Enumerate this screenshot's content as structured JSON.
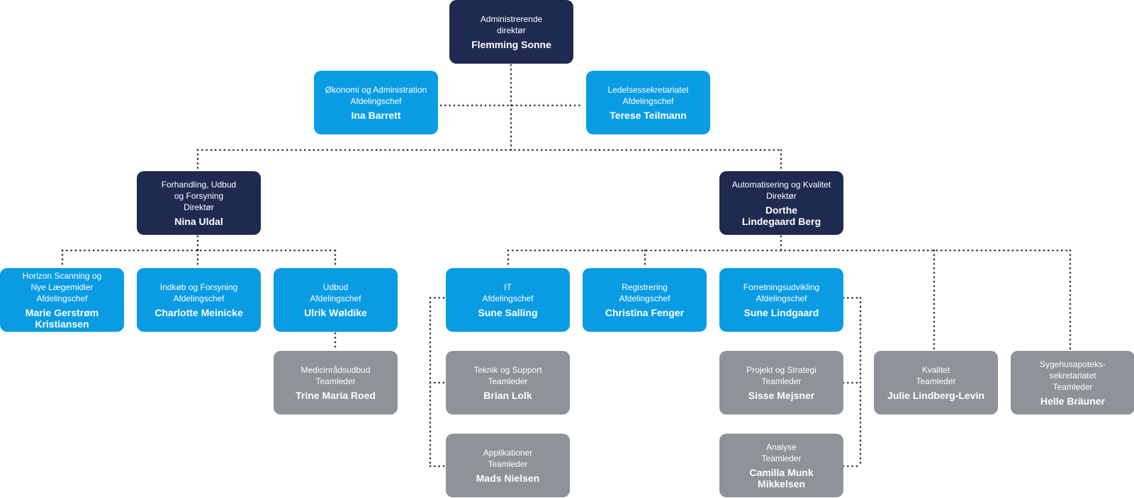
{
  "nodes": [
    {
      "id": "ceo",
      "color": "navy",
      "title": "Administrerende\ndirektør",
      "name": "Flemming Sonne"
    },
    {
      "id": "okonomi",
      "color": "blue",
      "title": "Økonomi og Administration\nAfdelingschef",
      "name": "Ina Barrett"
    },
    {
      "id": "ledelse",
      "color": "blue",
      "title": "Ledelsessekretariatet\nAfdelingschef",
      "name": "Terese Teilmann"
    },
    {
      "id": "forhandling",
      "color": "navy",
      "title": "Forhandling, Udbud\nog Forsyning\nDirektør",
      "name": "Nina Uldal"
    },
    {
      "id": "automatisering",
      "color": "navy",
      "title": "Automatisering og Kvalitet\nDirektør",
      "name": "Dorthe\nLindegaard Berg"
    },
    {
      "id": "horizon",
      "color": "blue",
      "title": "Horizon Scanning og\nNye Lægemidler\nAfdelingschef",
      "name": "Marie Gerstrøm\nKristiansen"
    },
    {
      "id": "indkob",
      "color": "blue",
      "title": "Indkøb og Forsyning\nAfdelingschef",
      "name": "Charlotte Meinicke"
    },
    {
      "id": "udbud",
      "color": "blue",
      "title": "Udbud\nAfdelingschef",
      "name": "Ulrik Wøldike"
    },
    {
      "id": "it",
      "color": "blue",
      "title": "IT\nAfdelingschef",
      "name": "Sune Salling"
    },
    {
      "id": "registrering",
      "color": "blue",
      "title": "Registrering\nAfdelingschef",
      "name": "Christina Fenger"
    },
    {
      "id": "forretning",
      "color": "blue",
      "title": "Forretningsudvikling\nAfdelingschef",
      "name": "Sune Lindgaard"
    },
    {
      "id": "medicinraad",
      "color": "grey",
      "title": "Medicinrådsudbud\nTeamleder",
      "name": "Trine Maria Roed"
    },
    {
      "id": "teknik",
      "color": "grey",
      "title": "Teknik og Support\nTeamleder",
      "name": "Brian Lolk"
    },
    {
      "id": "applikationer",
      "color": "grey",
      "title": "Applikationer\nTeamleder",
      "name": "Mads Nielsen"
    },
    {
      "id": "projekt",
      "color": "grey",
      "title": "Projekt og Strategi\nTeamleder",
      "name": "Sisse Mejsner"
    },
    {
      "id": "analyse",
      "color": "grey",
      "title": "Analyse\nTeamleder",
      "name": "Camilla Munk\nMikkelsen"
    },
    {
      "id": "kvalitet",
      "color": "grey",
      "title": "Kvalitet\nTeamleder",
      "name": "Julie Lindberg-Levin"
    },
    {
      "id": "sygehus",
      "color": "grey",
      "title": "Sygehusapoteks-\nsekretariatet\nTeamleder",
      "name": "Helle Bräuner"
    }
  ],
  "colors": {
    "navy": "#1f2a50",
    "blue": "#0a9ce3",
    "grey": "#8e9399",
    "connector": "#2d3350"
  }
}
